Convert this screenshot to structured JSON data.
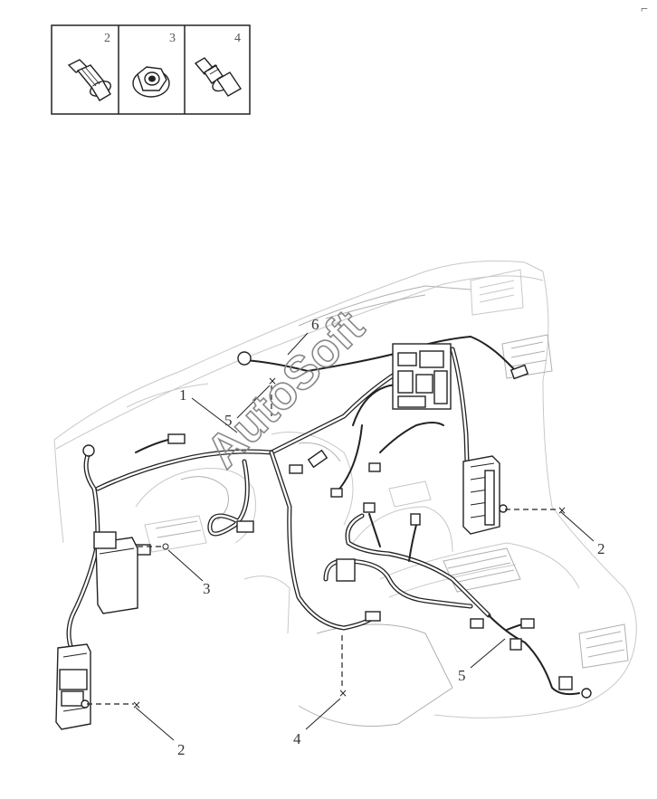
{
  "inset": {
    "cells": [
      {
        "number": "2",
        "icon": "flange-bolt-icon"
      },
      {
        "number": "3",
        "icon": "flange-nut-icon"
      },
      {
        "number": "4",
        "icon": "stud-bolt-icon"
      }
    ]
  },
  "callouts": {
    "c1": "1",
    "c2_right": "2",
    "c2_left": "2",
    "c3": "3",
    "c4": "4",
    "c5_top": "5",
    "c5_bottom": "5",
    "c6": "6"
  },
  "watermark": "AutoSoft",
  "corner_mark": "⌐"
}
